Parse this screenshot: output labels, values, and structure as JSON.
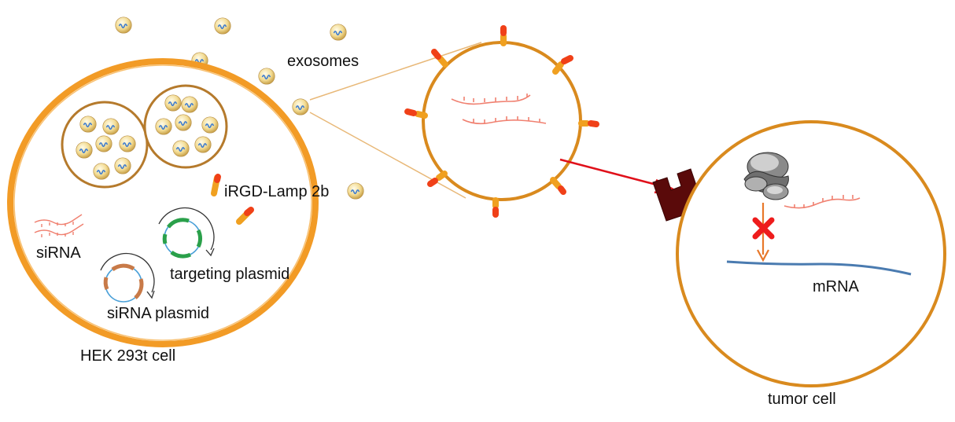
{
  "labels": {
    "exosomes": "exosomes",
    "irgd": "iRGD-Lamp 2b",
    "sirna": "siRNA",
    "targeting_plasmid": "targeting plasmid",
    "sirna_plasmid": "siRNA plasmid",
    "hek_cell": "HEK 293t cell",
    "mrna": "mRNA",
    "tumor_cell": "tumor cell"
  },
  "colors": {
    "membrane": "#d98a1e",
    "host_membrane": "#f29b26",
    "vesicle_ring": "#b57a2c",
    "rna": "#f08070",
    "mrna": "#4a7bb0",
    "arrow_red": "#e0101a",
    "receptor": "#5a0a0a",
    "block_x": "#ee1c1c",
    "arrow_orange": "#e8782a",
    "plasmid_green": "#2aa04a",
    "plasmid_brown": "#c87a48",
    "plasmid_blue": "#4aa0d8"
  },
  "icons": {
    "exosome": "exosome-particle-icon",
    "ribosome": "ribosome-icon",
    "block": "x-block-icon"
  }
}
